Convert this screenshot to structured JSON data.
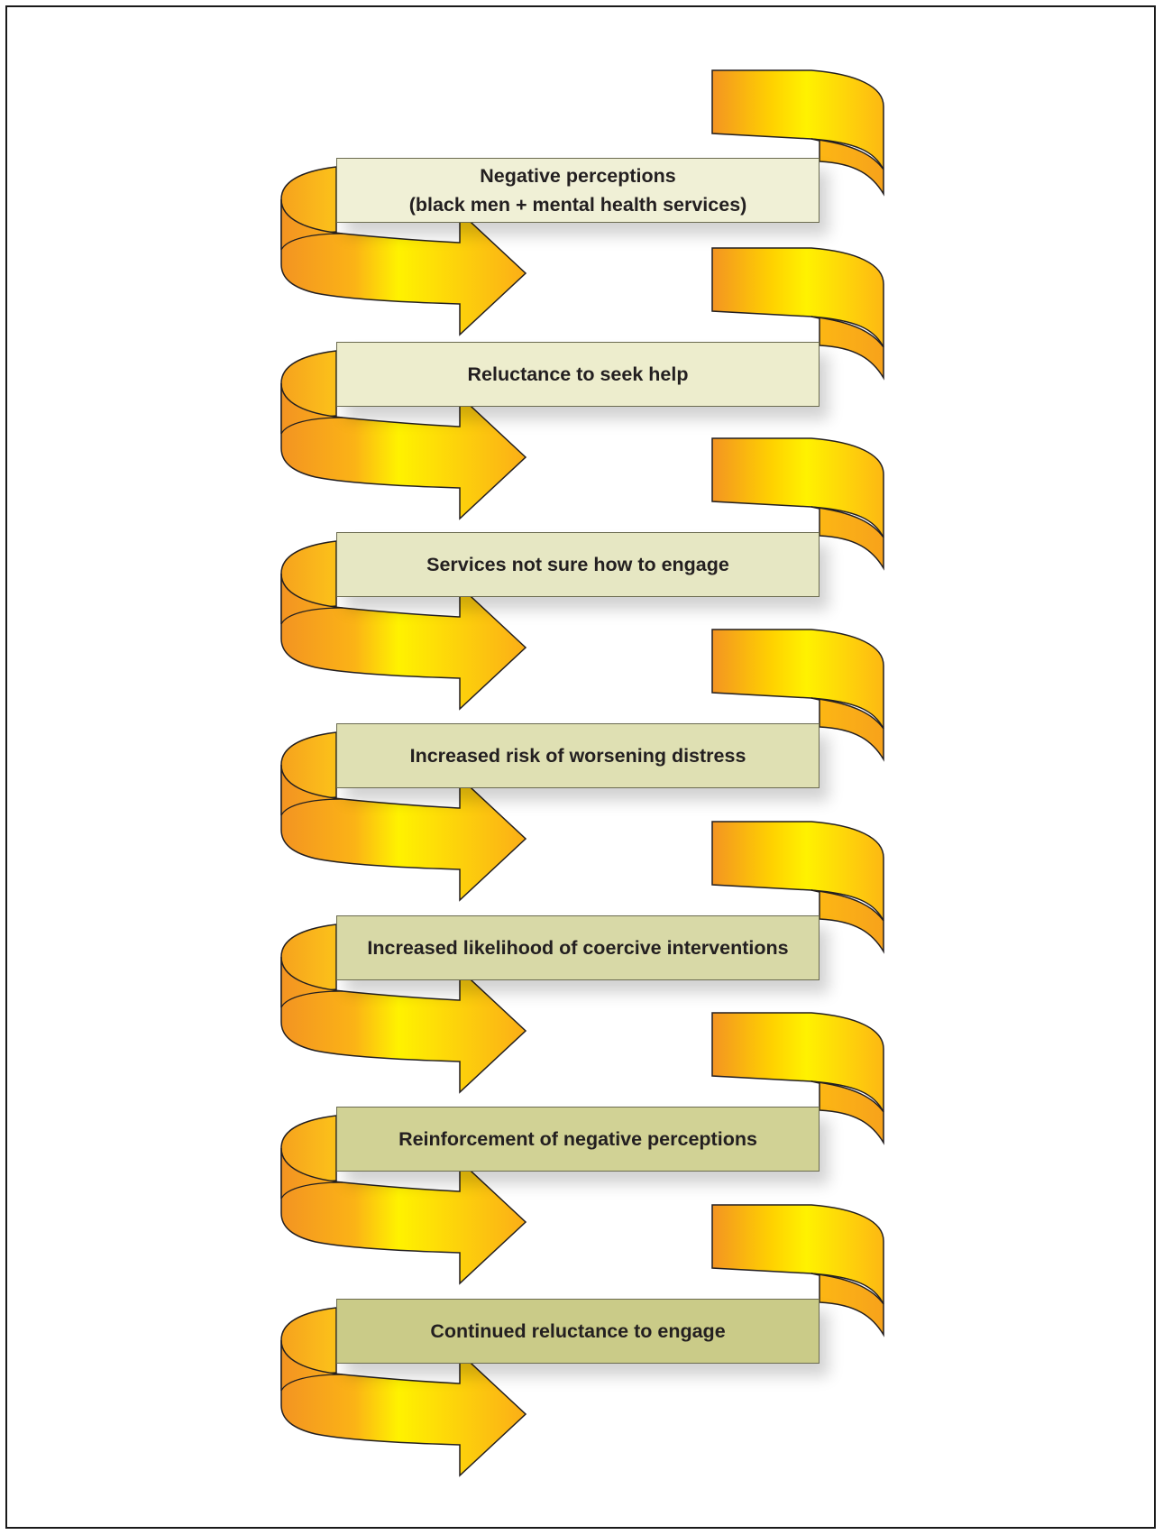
{
  "steps": [
    {
      "label": "Negative perceptions\n(black men + mental health services)",
      "fill": "#f0f0d6"
    },
    {
      "label": "Reluctance to seek help",
      "fill": "#ededcd"
    },
    {
      "label": "Services not sure how to engage",
      "fill": "#e6e7c3"
    },
    {
      "label": "Increased risk of worsening distress",
      "fill": "#dfe0b3"
    },
    {
      "label": "Increased likelihood of coercive interventions",
      "fill": "#d8d9a7"
    },
    {
      "label": "Reinforcement of negative perceptions",
      "fill": "#d1d295"
    },
    {
      "label": "Continued reluctance to engage",
      "fill": "#cacb88"
    }
  ],
  "colors": {
    "ribbon_dark": "#f39422",
    "ribbon_light": "#fff200",
    "ribbon_edge": "#231f20"
  }
}
